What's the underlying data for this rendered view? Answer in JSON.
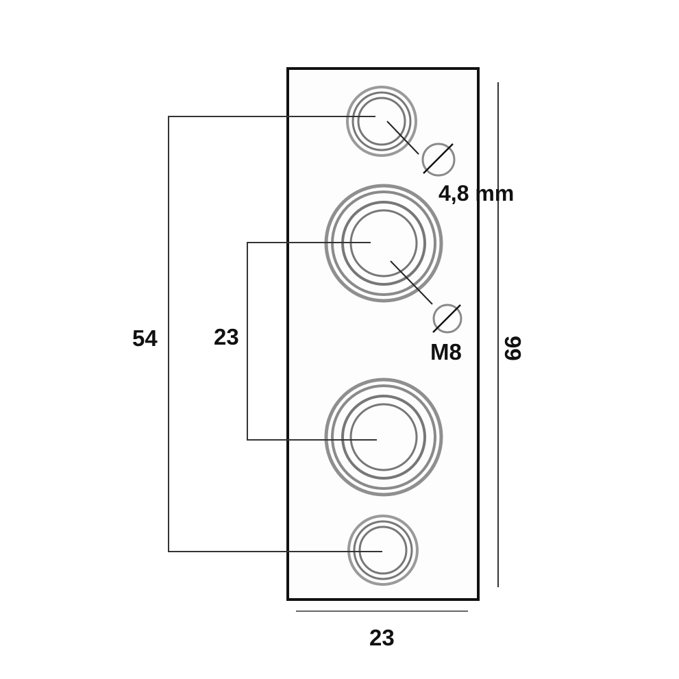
{
  "drawing": {
    "dimensions": {
      "outer_hole_spacing": "54",
      "inner_hole_spacing": "23",
      "plate_length": "99",
      "plate_width": "23"
    },
    "callouts": {
      "small_hole_diameter": "4,8 mm",
      "large_hole_thread": "M8"
    }
  },
  "colors": {
    "outline": "#111111",
    "dimension_line": "#333333",
    "ring_gray": "#777777",
    "diameter_symbol": "#8a8a8a",
    "plate_fill": "#fdfdfd"
  }
}
